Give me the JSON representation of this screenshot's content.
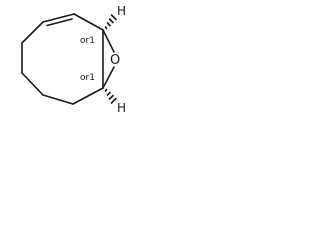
{
  "molecule": {
    "atoms": {
      "oxygen": "O",
      "hydrogen_top": "H",
      "hydrogen_bottom": "H"
    },
    "stereo_labels": {
      "top": "or1",
      "bottom": "or1"
    }
  }
}
